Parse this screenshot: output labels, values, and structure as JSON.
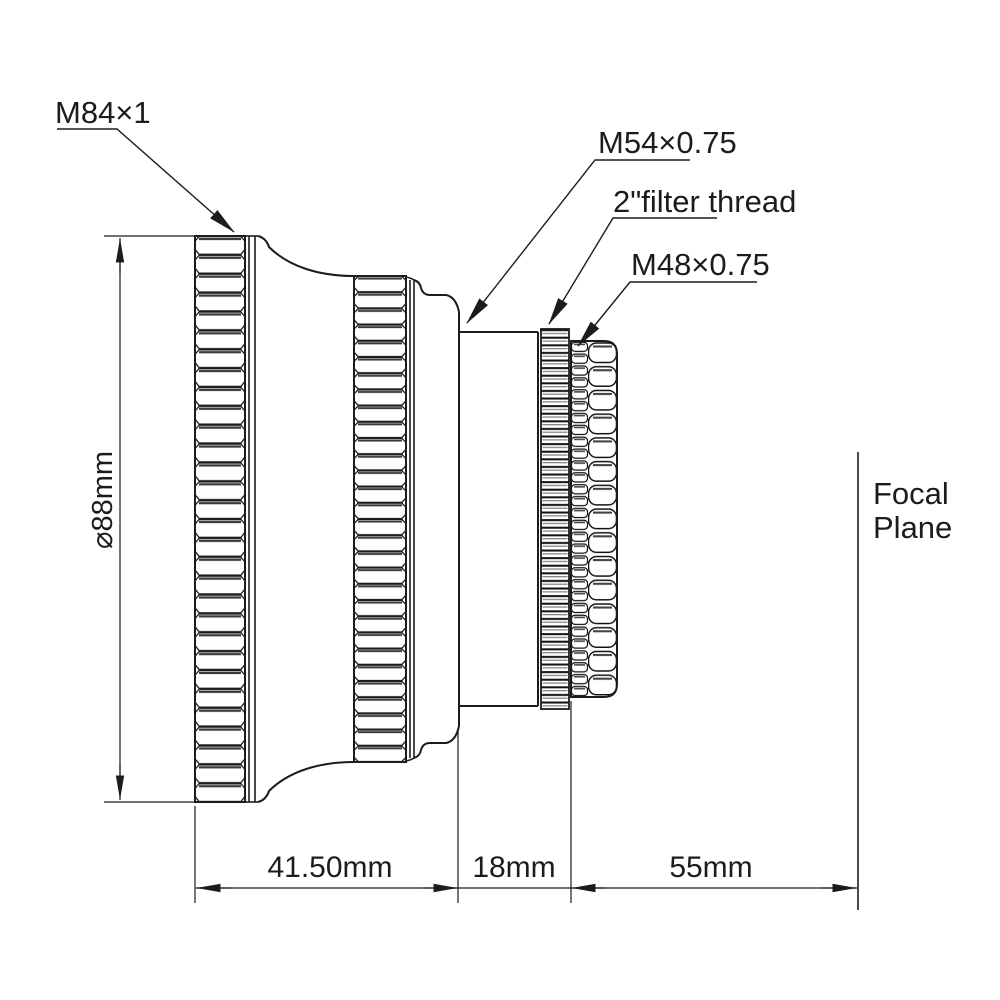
{
  "drawing": {
    "type": "technical-drawing",
    "subject": "telescope adapter / focal reducer side elevation",
    "colors": {
      "line": "#1c1c1c",
      "background": "#ffffff",
      "shading": "#3a3a3a"
    },
    "annotations": {
      "thread_left": "M84×1",
      "thread_mid": "M54×0.75",
      "filter_thread": "2\"filter thread",
      "thread_right": "M48×0.75",
      "focal_plane_line1": "Focal",
      "focal_plane_line2": "Plane"
    },
    "dimensions": {
      "diameter": "⌀88mm",
      "body_length": "41.50mm",
      "mid_length": "18mm",
      "back_focus": "55mm"
    }
  }
}
